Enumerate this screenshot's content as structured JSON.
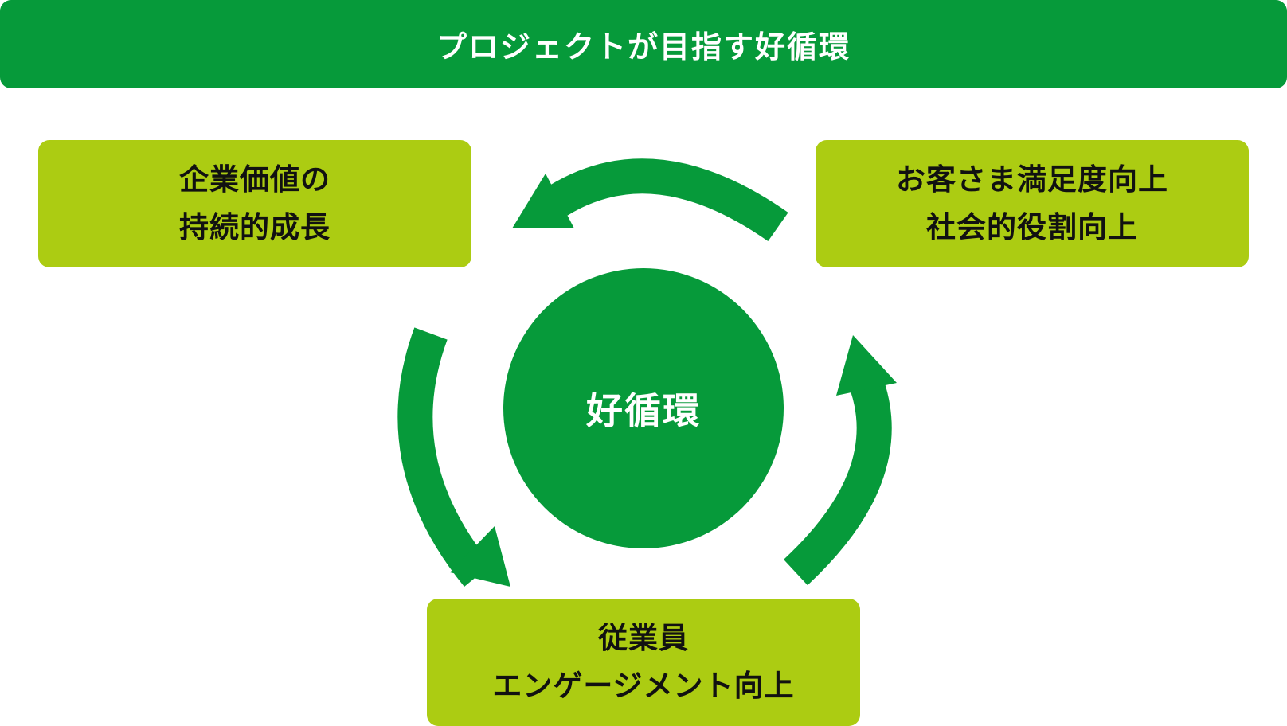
{
  "header": {
    "title": "プロジェクトが目指す好循環"
  },
  "center": {
    "label": "好循環"
  },
  "boxes": {
    "left": {
      "line1": "企業価値の",
      "line2": "持続的成長"
    },
    "right": {
      "line1": "お客さま満足度向上",
      "line2": "社会的役割向上"
    },
    "bottom": {
      "line1": "従業員",
      "line2": "エンゲージメント向上"
    }
  },
  "colors": {
    "dark_green": "#069a3a",
    "lime": "#accc12",
    "text": "#111111"
  }
}
